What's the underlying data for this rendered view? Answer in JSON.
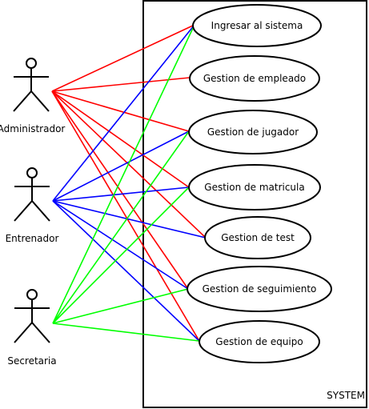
{
  "system": {
    "label": "SYSTEM"
  },
  "colors": {
    "administrador": "#ff0000",
    "entrenador": "#0000ff",
    "secretaria": "#00ff00",
    "outline": "#000000"
  },
  "actors": [
    {
      "id": "administrador",
      "label": "Administrador"
    },
    {
      "id": "entrenador",
      "label": "Entrenador"
    },
    {
      "id": "secretaria",
      "label": "Secretaria"
    }
  ],
  "use_cases": [
    {
      "id": "ingresar",
      "label": "Ingresar al sistema"
    },
    {
      "id": "empleado",
      "label": "Gestion de empleado"
    },
    {
      "id": "jugador",
      "label": "Gestion de jugador"
    },
    {
      "id": "matricula",
      "label": "Gestion de matricula"
    },
    {
      "id": "test",
      "label": "Gestion de test"
    },
    {
      "id": "seguimiento",
      "label": "Gestion de seguimiento"
    },
    {
      "id": "equipo",
      "label": "Gestion de equipo"
    }
  ],
  "associations": [
    {
      "actor": "administrador",
      "use_case": "ingresar"
    },
    {
      "actor": "administrador",
      "use_case": "empleado"
    },
    {
      "actor": "administrador",
      "use_case": "jugador"
    },
    {
      "actor": "administrador",
      "use_case": "matricula"
    },
    {
      "actor": "administrador",
      "use_case": "test"
    },
    {
      "actor": "administrador",
      "use_case": "seguimiento"
    },
    {
      "actor": "administrador",
      "use_case": "equipo"
    },
    {
      "actor": "entrenador",
      "use_case": "ingresar"
    },
    {
      "actor": "entrenador",
      "use_case": "jugador"
    },
    {
      "actor": "entrenador",
      "use_case": "matricula"
    },
    {
      "actor": "entrenador",
      "use_case": "test"
    },
    {
      "actor": "entrenador",
      "use_case": "seguimiento"
    },
    {
      "actor": "entrenador",
      "use_case": "equipo"
    },
    {
      "actor": "secretaria",
      "use_case": "ingresar"
    },
    {
      "actor": "secretaria",
      "use_case": "jugador"
    },
    {
      "actor": "secretaria",
      "use_case": "matricula"
    },
    {
      "actor": "secretaria",
      "use_case": "seguimiento"
    },
    {
      "actor": "secretaria",
      "use_case": "equipo"
    }
  ]
}
